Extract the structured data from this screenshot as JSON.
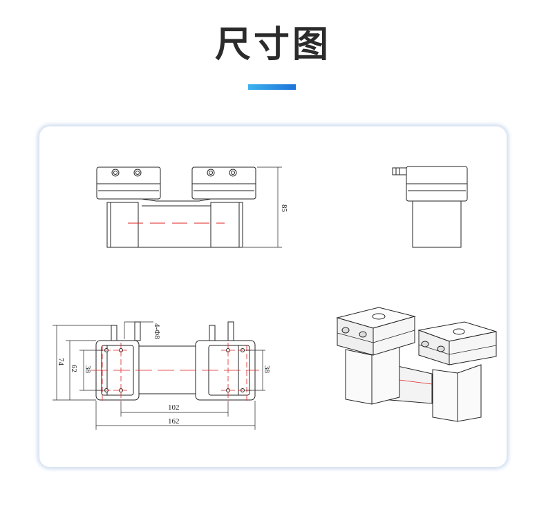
{
  "header": {
    "title": "尺寸图"
  },
  "dimensions": {
    "height_front": "85",
    "inlet_note": "4-Φ8",
    "overall_height": "74",
    "mount_height": "62",
    "body_height_left": "38",
    "body_height_right": "38",
    "hole_spacing": "102",
    "overall_length": "162"
  },
  "colors": {
    "accent_start": "#3db3ee",
    "accent_end": "#1c73d9",
    "centerline": "#e02020",
    "line": "#222222"
  }
}
